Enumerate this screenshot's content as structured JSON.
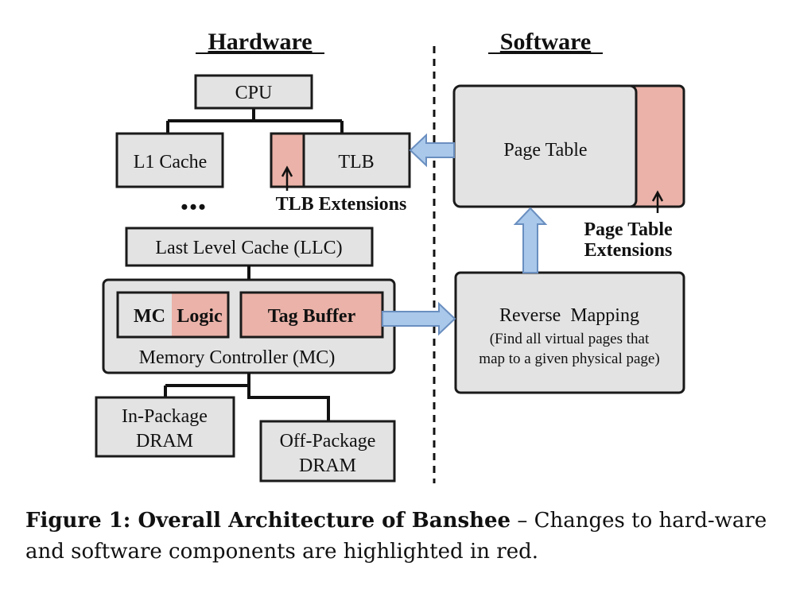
{
  "headings": {
    "hardware": "Hardware",
    "software": "Software"
  },
  "hardware": {
    "cpu": "CPU",
    "l1_cache": "L1 Cache",
    "tlb": "TLB",
    "tlb_extensions": "TLB Extensions",
    "ellipsis": "•••",
    "llc": "Last Level Cache (LLC)",
    "mc_part": "MC",
    "logic_part": "Logic",
    "tag_buffer": "Tag Buffer",
    "memory_controller": "Memory Controller (MC)",
    "in_package_line1": "In-Package",
    "in_package_line2": "DRAM",
    "off_package_line1": "Off-Package",
    "off_package_line2": "DRAM"
  },
  "software": {
    "page_table": "Page Table",
    "page_table_ext_line1": "Page Table",
    "page_table_ext_line2": "Extensions",
    "reverse_mapping": "Reverse  Mapping",
    "reverse_desc_line1": "(Find all virtual pages that",
    "reverse_desc_line2": "map to a given physical page)"
  },
  "caption": {
    "label": "Figure 1: Overall Architecture of Banshee",
    "text": " – Changes to hard-ware and software components are highlighted in red."
  },
  "colors": {
    "highlight": "#eab2a8",
    "box_fill": "#e3e3e3",
    "arrow_fill": "#a9c8ea"
  }
}
